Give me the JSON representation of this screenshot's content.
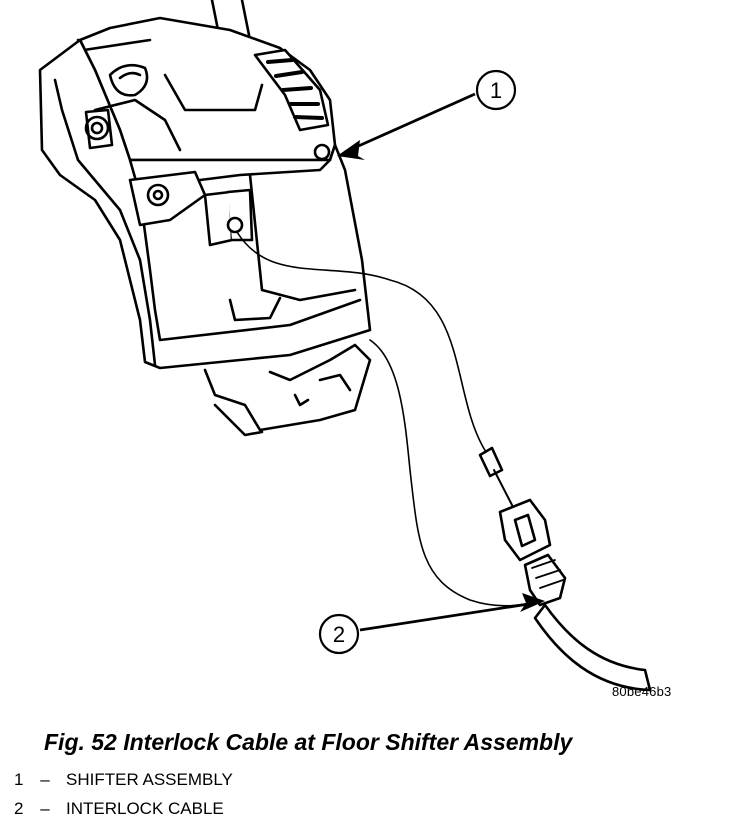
{
  "figure": {
    "image_code": "80be46b3",
    "caption": "Fig. 52 Interlock Cable at Floor Shifter Assembly",
    "callouts": [
      {
        "number": "1"
      },
      {
        "number": "2"
      }
    ],
    "legend": [
      {
        "number": "1",
        "dash": "–",
        "label": "SHIFTER ASSEMBLY"
      },
      {
        "number": "2",
        "dash": "–",
        "label": "INTERLOCK CABLE"
      }
    ]
  }
}
